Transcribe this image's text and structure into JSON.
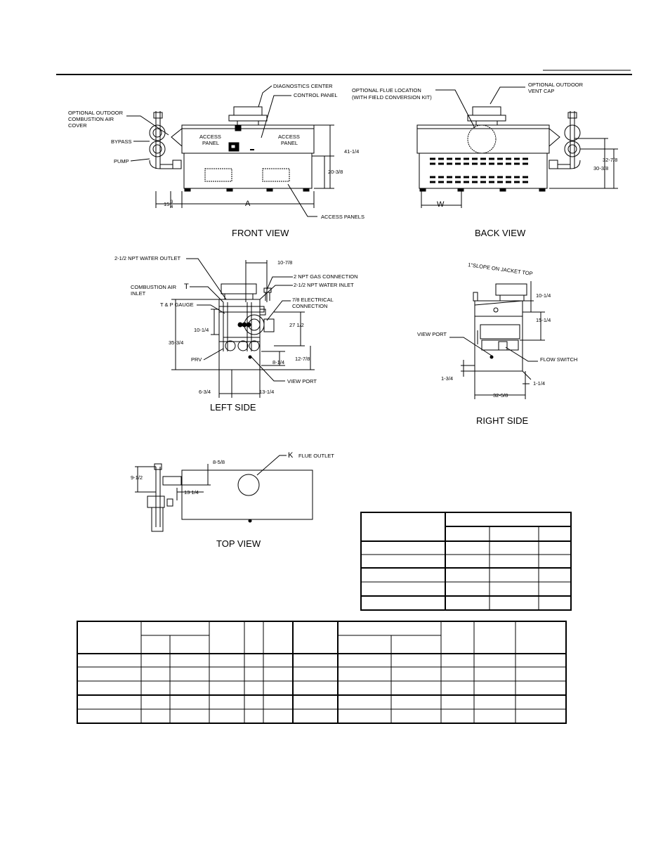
{
  "front_view": {
    "title": "FRONT VIEW",
    "labels": {
      "diagnostics": "DIAGNOSTICS CENTER",
      "control_panel": "CONTROL PANEL",
      "outdoor_cover_1": "OPTIONAL OUTDOOR",
      "outdoor_cover_2": "COMBUSTION AIR",
      "outdoor_cover_3": "COVER",
      "bypass": "BYPASS",
      "pump": "PUMP",
      "access_1": "ACCESS",
      "panel_1": "PANEL",
      "access_2": "ACCESS",
      "panel_2": "PANEL",
      "access_panels": "ACCESS PANELS"
    },
    "dims": {
      "h_41": "41-1/4",
      "h_20": "20-3/8",
      "w_A": "A",
      "w_15a": "15",
      "w_15b": "3",
      "w_15c": "4"
    }
  },
  "back_view": {
    "title": "BACK VIEW",
    "labels": {
      "flue_1": "OPTIONAL FLUE LOCATION",
      "flue_2": "(WITH FIELD CONVERSION KIT)",
      "vent_1": "OPTIONAL  OUTDOOR",
      "vent_2": "VENT CAP"
    },
    "dims": {
      "h_32": "32-7/8",
      "h_30": "30-3/8",
      "w_W": "W"
    }
  },
  "left_side": {
    "title": "LEFT SIDE",
    "labels": {
      "water_outlet": "2-1/2 NPT  WATER OUTLET",
      "gas": "2 NPT  GAS CONNECTION",
      "water_inlet": "2-1/2 NPT  WATER INLET",
      "comb_air_1": "COMBUSTION AIR",
      "comb_air_2": "INLET",
      "T": "T",
      "tp_gauge": "T & P GAUGE",
      "elec_1": "7/8  ELECTRICAL",
      "elec_2": "CONNECTION",
      "prv": "PRV",
      "view_port": "VIEW PORT"
    },
    "dims": {
      "d_10_78": "10-7/8",
      "d_10_14": "10-1/4",
      "d_27": "27 1/2",
      "d_35": "35-3/4",
      "d_12": "12-7/8",
      "d_8": "8-1/4",
      "d_6": "6-3/4",
      "d_13": "13-1/4"
    }
  },
  "right_side": {
    "title": "RIGHT SIDE",
    "labels": {
      "slope": "1\"SLOPE ON JACKET TOP",
      "view_port": "VIEW PORT",
      "flow_switch": "FLOW SWITCH"
    },
    "dims": {
      "d_10": "10-1/4",
      "d_15": "15-1/4",
      "d_1_34": "1-3/4",
      "d_1_14": "1-1/4",
      "d_32": "32-5/8"
    }
  },
  "top_view": {
    "title": "TOP VIEW",
    "labels": {
      "K": "K",
      "flue_outlet": "FLUE OUTLET"
    },
    "dims": {
      "d_8": "8-5/8",
      "d_9": "9-1/2",
      "d_13": "13 1/4"
    }
  },
  "colors": {
    "line": "#000000",
    "fill_dark": "#000000",
    "background": "#ffffff"
  }
}
